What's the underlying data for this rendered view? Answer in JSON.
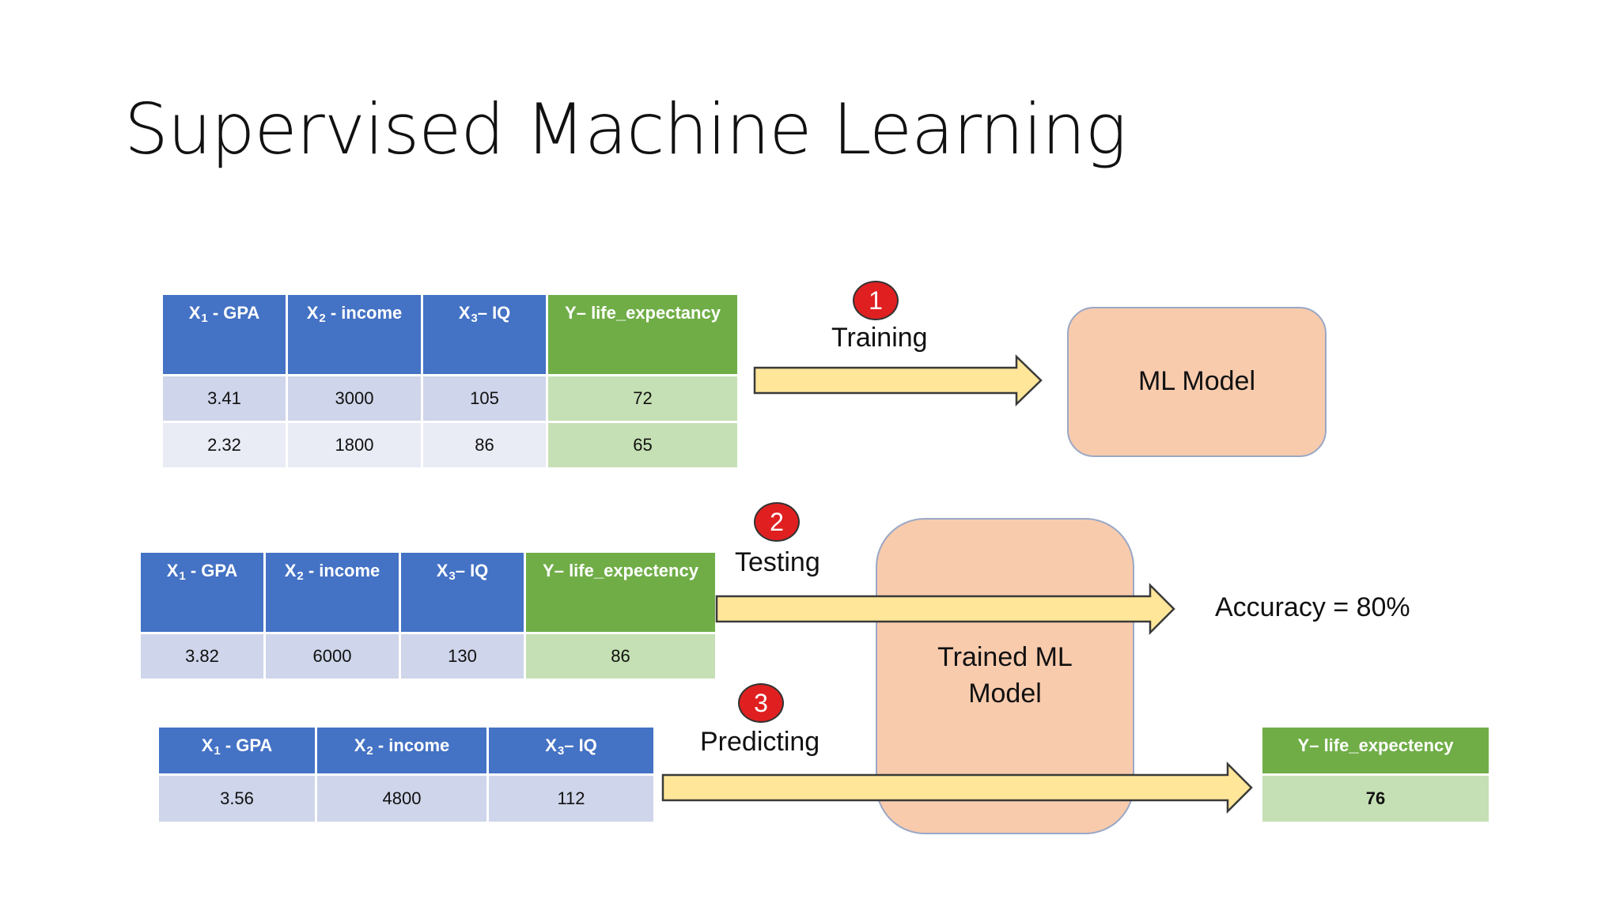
{
  "title": "Supervised Machine Learning",
  "x1": {
    "pre": "X",
    "sub": "1",
    "post": " - GPA"
  },
  "x2": {
    "pre": "X",
    "sub": "2",
    "post": " - income"
  },
  "x3": {
    "pre": "X",
    "sub": "3",
    "post": "– IQ"
  },
  "training_table": {
    "y_header": "Y– life_expectancy",
    "rows": [
      [
        "3.41",
        "3000",
        "105",
        "72"
      ],
      [
        "2.32",
        "1800",
        "86",
        "65"
      ]
    ]
  },
  "testing_table": {
    "y_header": "Y– life_expectency",
    "rows": [
      [
        "3.82",
        "6000",
        "130",
        "86"
      ]
    ]
  },
  "predicting_table": {
    "rows": [
      [
        "3.56",
        "4800",
        "112"
      ]
    ]
  },
  "result_table": {
    "y_header": "Y– life_expectency",
    "value": "76"
  },
  "steps": [
    {
      "number": "1",
      "label": "Training"
    },
    {
      "number": "2",
      "label": "Testing"
    },
    {
      "number": "3",
      "label": "Predicting"
    }
  ],
  "ml_model_label": "ML Model",
  "trained_model_label": [
    "Trained ML",
    "Model"
  ],
  "accuracy_text": "Accuracy = 80%",
  "colors": {
    "header_blue": "#4472c4",
    "header_green": "#70ad47",
    "model_box": "#f8cbad",
    "arrow_fill": "#ffe699",
    "badge_red": "#e02020",
    "prediction_text": "#e00000"
  }
}
